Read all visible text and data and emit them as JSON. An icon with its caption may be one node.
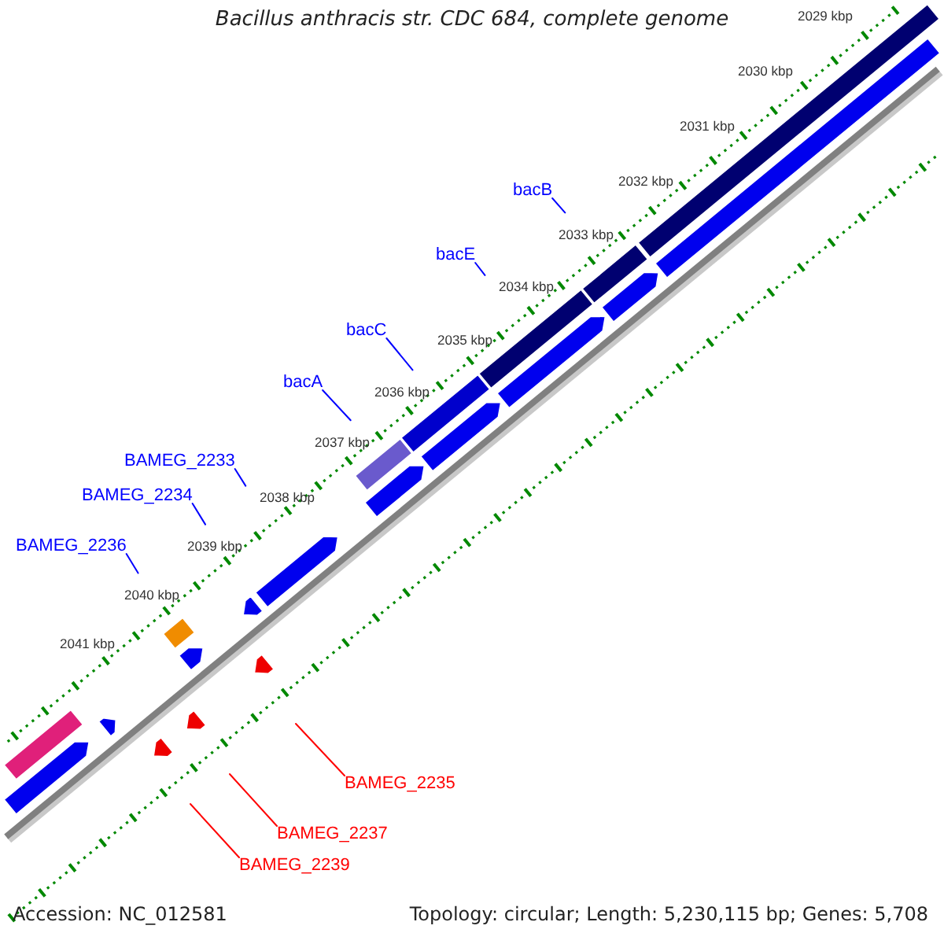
{
  "diagram": {
    "title": "Bacillus anthracis str. CDC 684, complete genome",
    "nodes": [
      {
        "text": [
          "bacB"
        ]
      },
      {
        "text": [
          "bacE"
        ]
      },
      {
        "text": [
          "bacC"
        ]
      },
      {
        "text": [
          "bacA"
        ]
      },
      {
        "text": [
          "BAMEG_2233"
        ]
      },
      {
        "text": [
          "BAMEG_2234"
        ]
      },
      {
        "text": [
          "BAMEG_2236"
        ]
      },
      {
        "text": [
          "BAMEG_2235"
        ]
      },
      {
        "text": [
          "BAMEG_2237"
        ]
      },
      {
        "text": [
          "BAMEG_2239"
        ]
      }
    ],
    "edges": [
      {
        "from": 0,
        "to": null,
        "arrow": "none"
      },
      {
        "from": 1,
        "to": null,
        "arrow": "none"
      },
      {
        "from": 2,
        "to": null,
        "arrow": "none"
      },
      {
        "from": 3,
        "to": null,
        "arrow": "none"
      },
      {
        "from": 4,
        "to": null,
        "arrow": "none"
      },
      {
        "from": 5,
        "to": null,
        "arrow": "none"
      },
      {
        "from": 6,
        "to": null,
        "arrow": "none"
      },
      {
        "from": 7,
        "to": null,
        "arrow": "none",
        "color": "#ff0000"
      },
      {
        "from": 8,
        "to": null,
        "arrow": "none",
        "color": "#ff0000"
      },
      {
        "from": 9,
        "to": null,
        "arrow": "none",
        "color": "#ff0000"
      }
    ],
    "labels": [
      "2029 kbp",
      "2030 kbp",
      "2031 kbp",
      "2032 kbp",
      "2033 kbp",
      "2034 kbp",
      "2035 kbp",
      "2036 kbp",
      "2037 kbp",
      "2038 kbp",
      "2039 kbp",
      "2040 kbp",
      "2041 kbp",
      "Accession: NC_012581",
      "Topology: circular; Length: 5,230,115 bp; Genes: 5,708"
    ]
  }
}
